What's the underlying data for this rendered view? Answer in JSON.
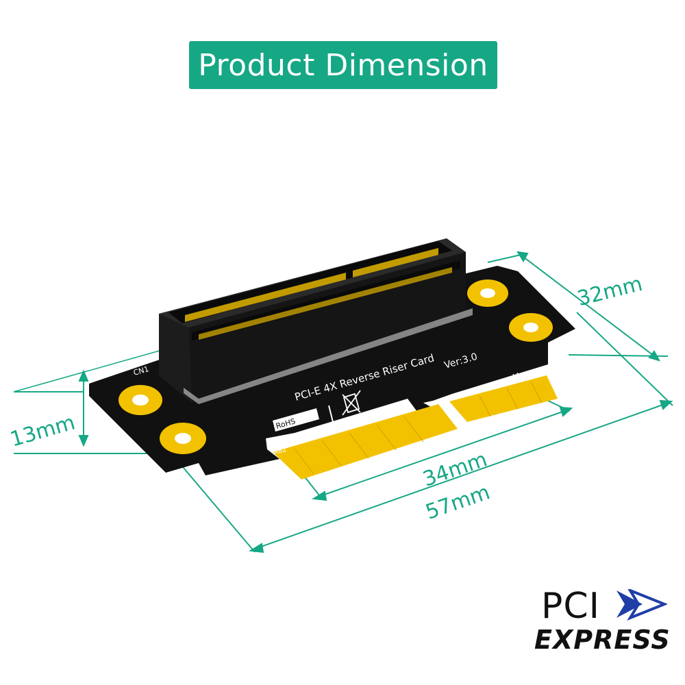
{
  "title": "Product Dimension",
  "colors": {
    "accent": "#16a785",
    "pcb": "#111111",
    "gold": "#f2c200",
    "slot": "#1c1c1c"
  },
  "board": {
    "title_text": "PCI-E 4X Reverse  Riser  Card",
    "version_text": "Ver:3.0",
    "connector_label": "CN1",
    "rohs_label": "RoHS",
    "pin_a1": "A1",
    "pin_a82": "A82",
    "disposal_icon": "crossed-out-wheeled-bin-icon"
  },
  "dimensions": {
    "height": "13mm",
    "width_total": "57mm",
    "width_finger": "34mm",
    "depth": "32mm"
  },
  "logo": {
    "line1": "PCI",
    "line2": "EXPRESS",
    "icon": "pci-express-chevron-icon"
  }
}
